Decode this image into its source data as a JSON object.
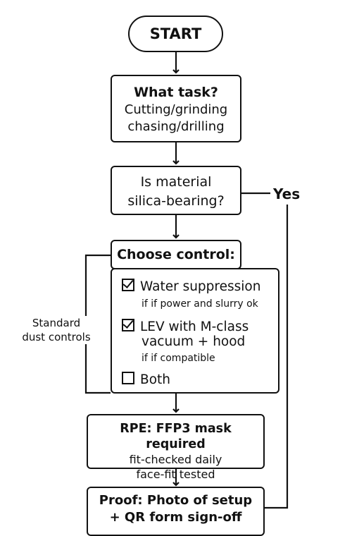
{
  "start": {
    "label": "START"
  },
  "task": {
    "title": "What task?",
    "line1": "Cutting/grinding",
    "line2": "chasing/drilling"
  },
  "material": {
    "line1": "Is material",
    "line2": "silica-bearing?"
  },
  "yes_label": "Yes",
  "choose": {
    "header": "Choose control:",
    "options": [
      {
        "label": "Water suppression",
        "note": "if if power and slurry ok",
        "checked": true
      },
      {
        "label": "LEV with M-class",
        "label2": "vacuum + hood",
        "note": "if if compatible",
        "checked": true
      },
      {
        "label": "Both",
        "checked": false
      }
    ]
  },
  "standard": {
    "line1": "Standard",
    "line2": "dust controls"
  },
  "rpe": {
    "title": "RPE: FFP3 mask required",
    "line1": "fit-checked daily",
    "line2": "face-fit tested"
  },
  "proof": {
    "line1": "Proof: Photo of setup",
    "line2": "+ QR form sign-off"
  }
}
